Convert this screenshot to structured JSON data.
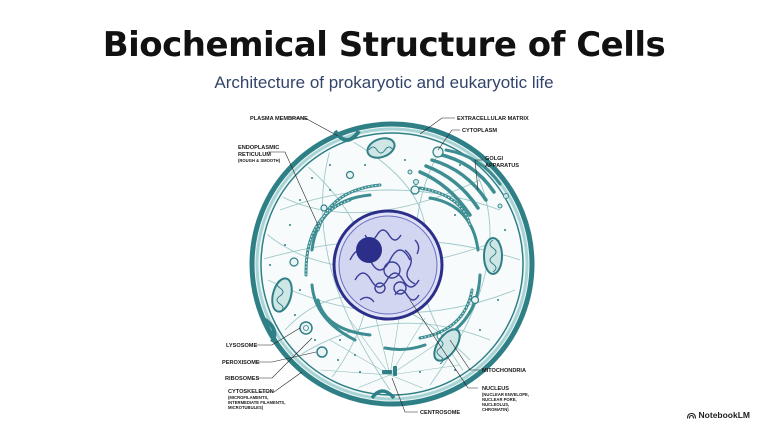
{
  "header": {
    "title": "Biochemical Structure of Cells",
    "subtitle": "Architecture of prokaryotic and eukaryotic life"
  },
  "labels": {
    "plasma_membrane": "PLASMA MEMBRANE",
    "er_line1": "ENDOPLASMIC",
    "er_line2": "RETICULUM",
    "er_sub": "(ROUGH & SMOOTH)",
    "extracellular_matrix": "EXTRACELLULAR MATRIX",
    "cytoplasm": "CYTOPLASM",
    "golgi_line1": "GOLGI",
    "golgi_line2": "APPARATUS",
    "lysosome": "LYSOSOME",
    "peroxisome": "PEROXISOME",
    "ribosomes": "RIBOSOMES",
    "cytoskeleton": "CYTOSKELETON",
    "cytoskeleton_sub1": "(MICROFILAMENTS,",
    "cytoskeleton_sub2": "INTERMEDIATE FILAMENTS,",
    "cytoskeleton_sub3": "MICROTUBULES)",
    "mitochondria": "MITOCHONDRIA",
    "nucleus": "NUCLEUS",
    "nucleus_sub1": "(NUCLEAR ENVELOPE,",
    "nucleus_sub2": "NUCLEAR PORE,",
    "nucleus_sub3": "NUCLEOLUS,",
    "nucleus_sub4": "CHROMATIN)",
    "centrosome": "CENTROSOME"
  },
  "branding": {
    "name": "NotebookLM",
    "icon": "notebooklm-logo-icon"
  },
  "colors": {
    "membrane": "#2f7f86",
    "membrane_light": "#a9d4d6",
    "nucleus": "#2c2f8a",
    "nucleus_light": "#b9bde6",
    "organelle": "#3d8d92"
  }
}
